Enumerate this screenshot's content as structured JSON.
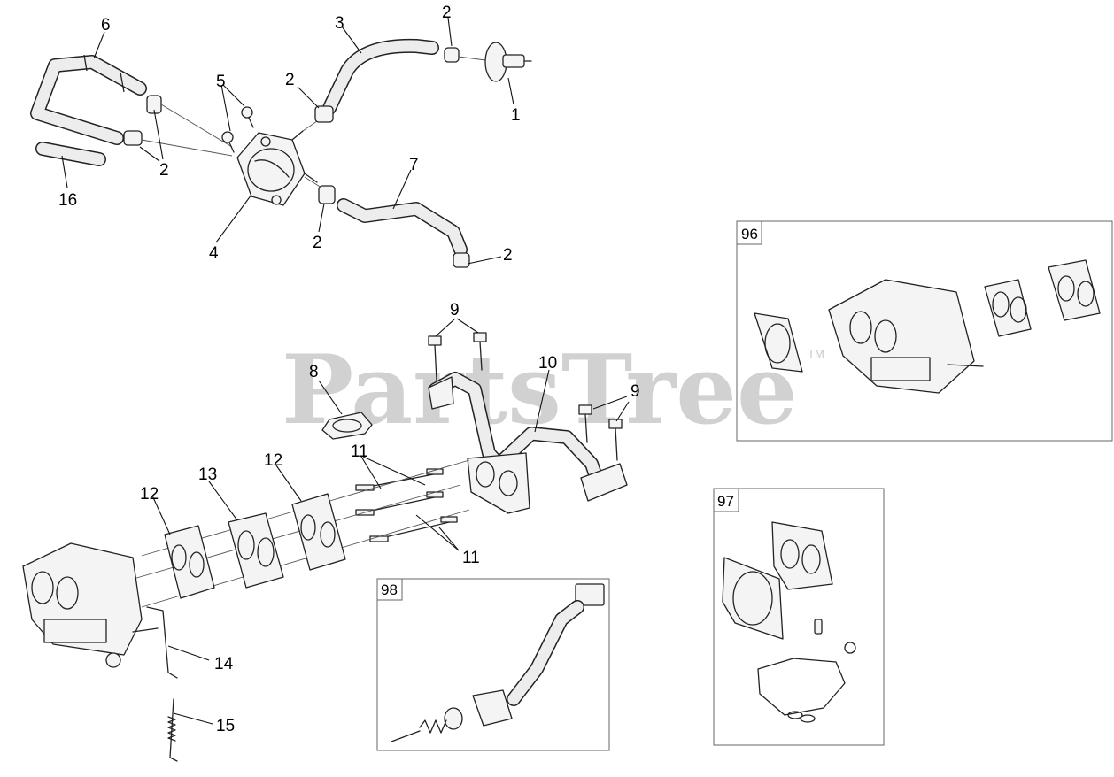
{
  "watermark": {
    "text": "PartsTree",
    "tm": "TM"
  },
  "callouts": {
    "c1": "1",
    "c2a": "2",
    "c2b": "2",
    "c2c": "2",
    "c2d": "2",
    "c2e": "2",
    "c3": "3",
    "c4": "4",
    "c5": "5",
    "c6": "6",
    "c7": "7",
    "c8": "8",
    "c9a": "9",
    "c9b": "9",
    "c10": "10",
    "c11a": "11",
    "c11b": "11",
    "c12a": "12",
    "c12b": "12",
    "c13": "13",
    "c14": "14",
    "c15": "15",
    "c16": "16"
  },
  "kits": {
    "k96": "96",
    "k97": "97",
    "k98": "98"
  }
}
